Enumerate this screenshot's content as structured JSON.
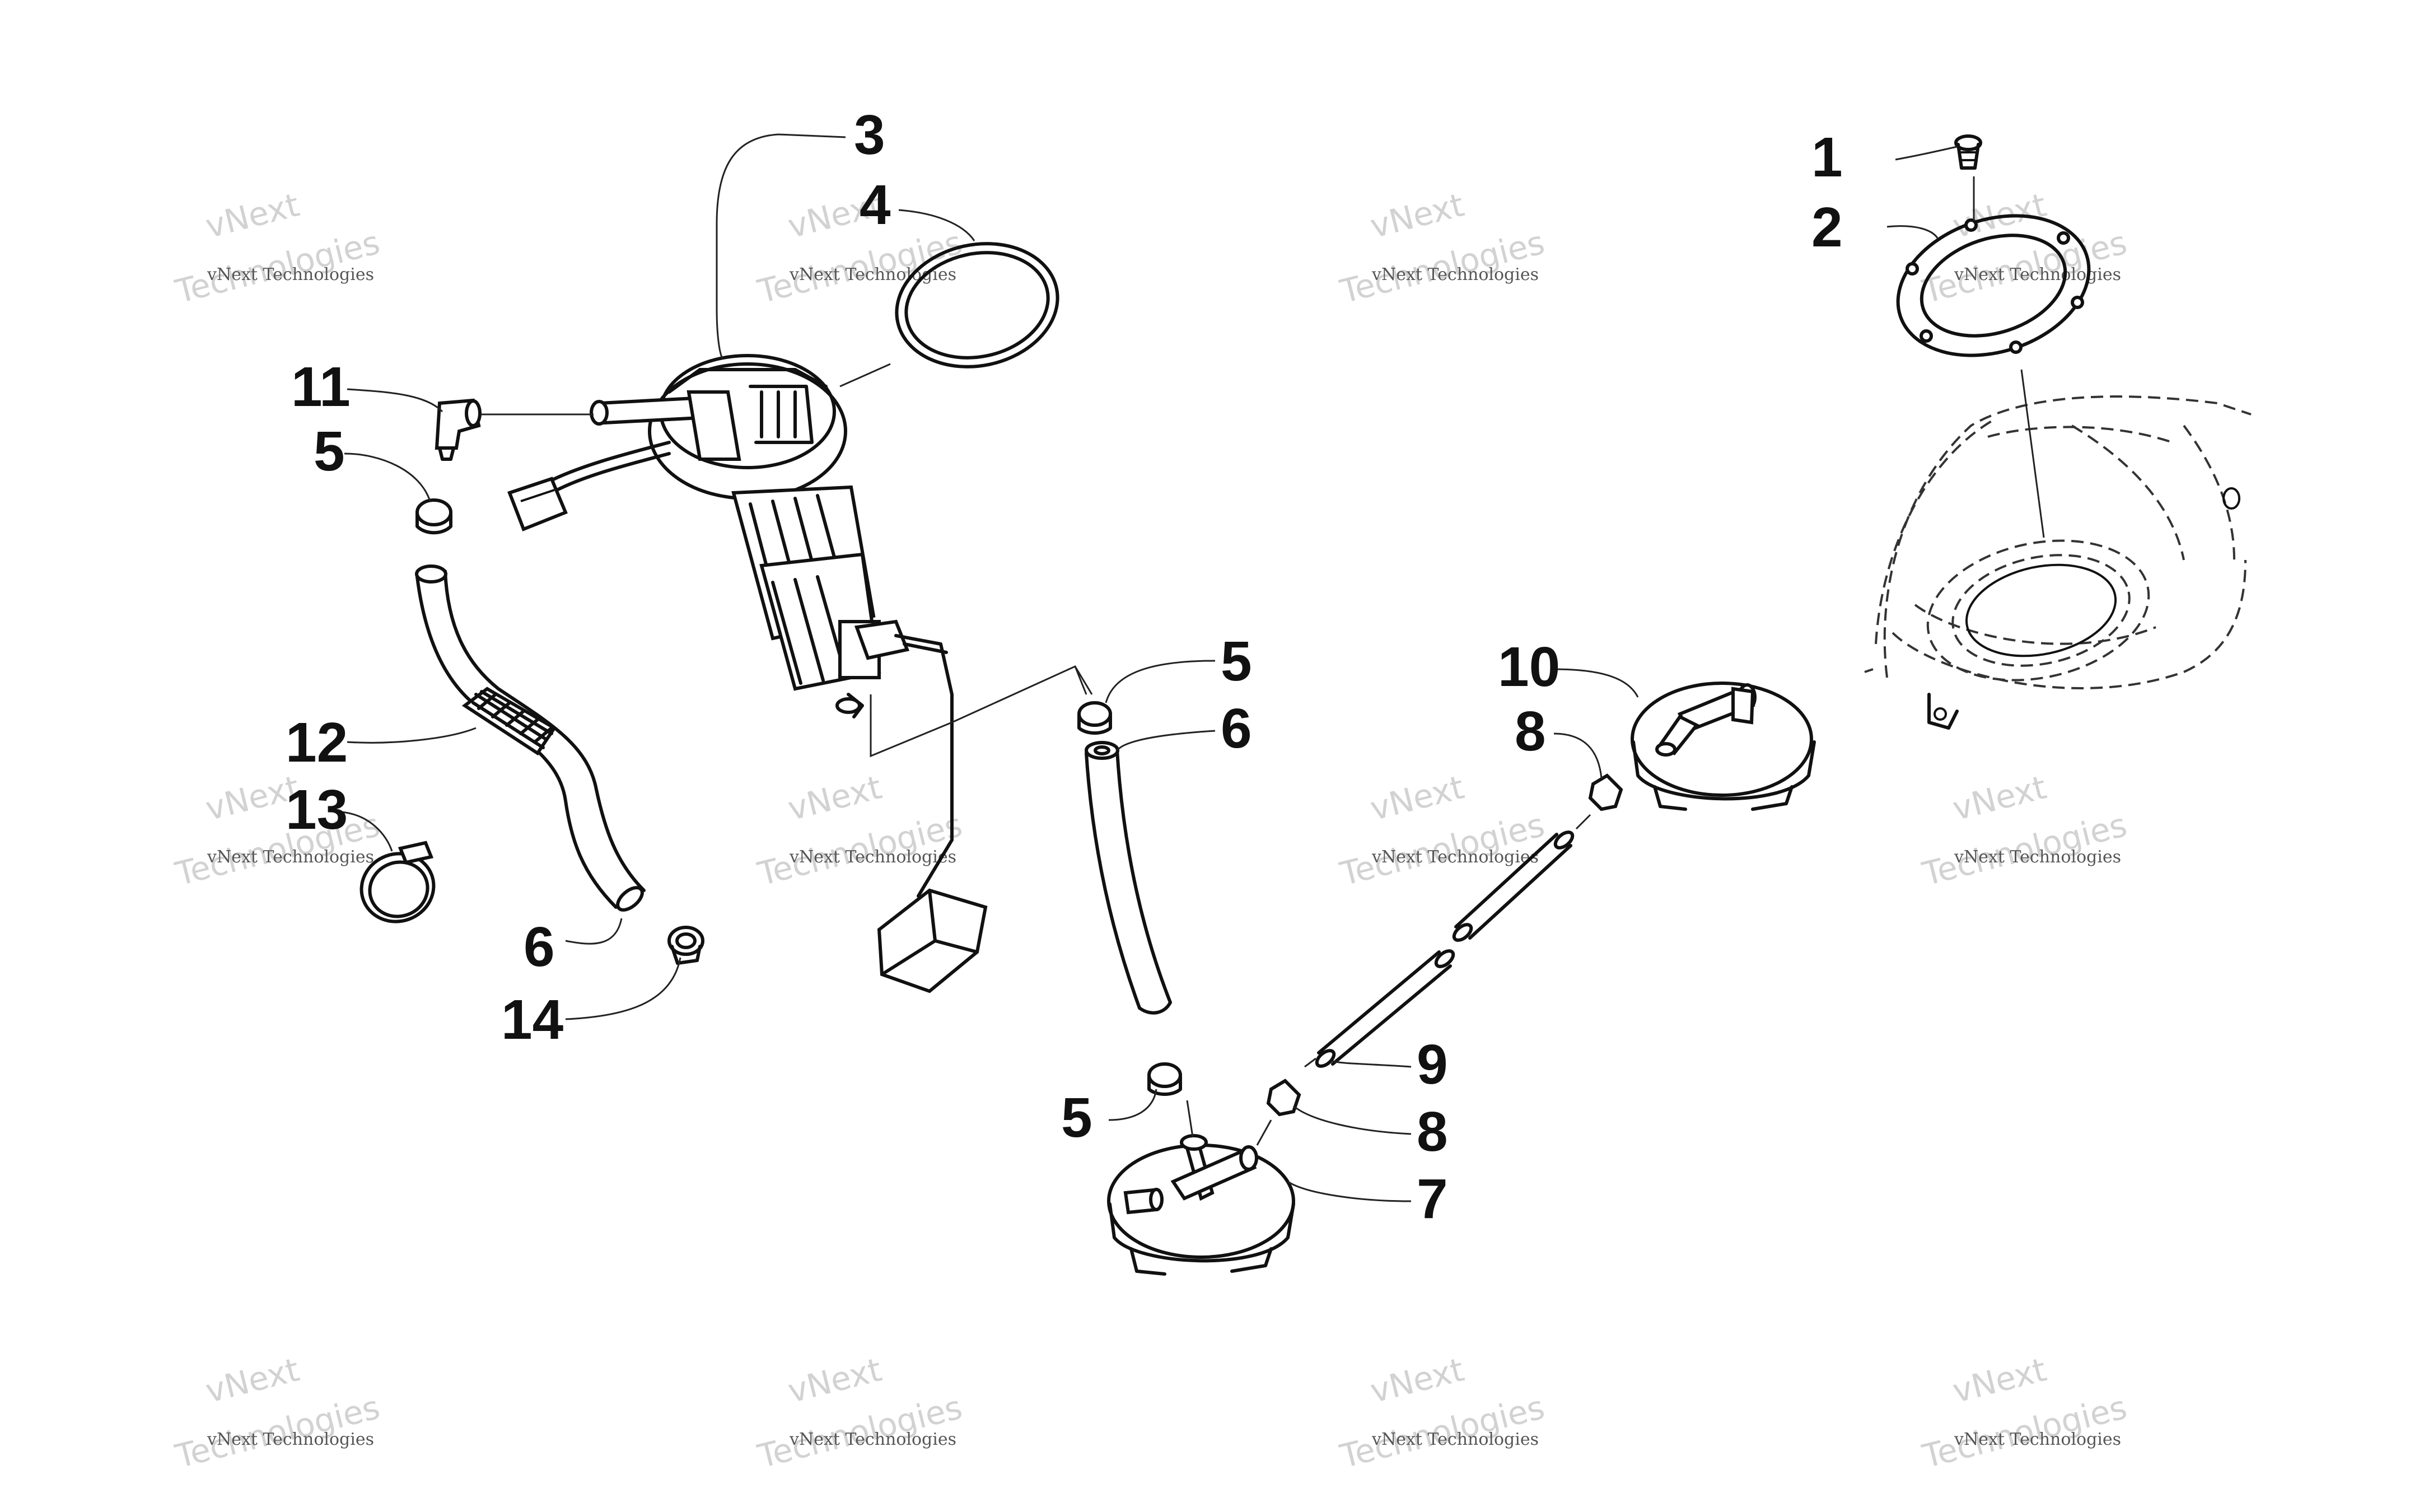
{
  "callouts": {
    "c1": "1",
    "c2": "2",
    "c3": "3",
    "c4": "4",
    "c5a": "5",
    "c5b": "5",
    "c5c": "5",
    "c6a": "6",
    "c6b": "6",
    "c7": "7",
    "c8a": "8",
    "c8b": "8",
    "c9": "9",
    "c10": "10",
    "c11": "11",
    "c12": "12",
    "c13": "13",
    "c14": "14"
  },
  "watermark": {
    "line_small": "vNext Technologies",
    "line_big_1": "vNext",
    "line_big_2": "Technologies"
  }
}
